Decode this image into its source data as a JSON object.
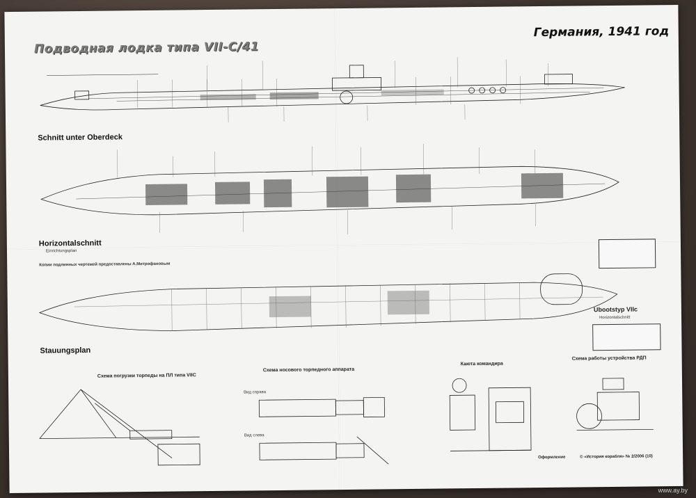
{
  "poster": {
    "title": "Подводная лодка типа VII-C/41",
    "country_year": "Германия, 1941 год",
    "sections": {
      "oberdeck": "Schnitt unter Oberdeck",
      "horizontal": "Horizontalschnitt",
      "horizontal_sub": "Einrichtungsplan",
      "stauung": "Stauungsplan",
      "stauung_note": "Копии подлинных чертежей предоставлены А.Митрофановым"
    },
    "right_labels": {
      "ubootstyp": "Ubootstyp VIIc",
      "ubootstyp_sub": "Horizontalschnitt"
    },
    "bottom_captions": {
      "torpedo_loading": "Схема погрузки торпеды на ПЛ типа VIIC",
      "torpedo_tube": "Схема носового торпедного аппарата",
      "commander_cabin": "Каюта командира",
      "rdp": "Схема работы устройства РДП",
      "view_right": "Вид справа",
      "view_left": "Вид слева"
    },
    "footer": {
      "design_label": "Оформление",
      "source": "© «История корабля» № 2/2006 (10)"
    }
  },
  "watermark": "www.ay.by"
}
